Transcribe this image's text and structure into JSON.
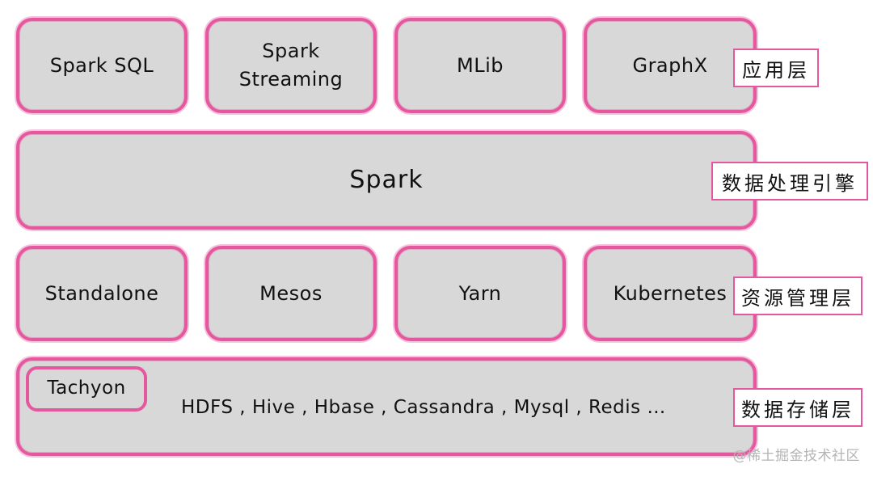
{
  "application_layer": {
    "label": "应用层",
    "modules": [
      "Spark SQL",
      "Spark\nStreaming",
      "MLib",
      "GraphX"
    ]
  },
  "engine_layer": {
    "label": "数据处理引擎",
    "engine": "Spark"
  },
  "resource_layer": {
    "label": "资源管理层",
    "managers": [
      "Standalone",
      "Mesos",
      "Yarn",
      "Kubernetes"
    ]
  },
  "storage_layer": {
    "label": "数据存储层",
    "cache": "Tachyon",
    "systems": "HDFS , Hive , Hbase , Cassandra , Mysql , Redis …"
  },
  "watermark": "@稀土掘金技术社区",
  "colors": {
    "border": "#e5579e",
    "fill": "#d8d8d8"
  }
}
